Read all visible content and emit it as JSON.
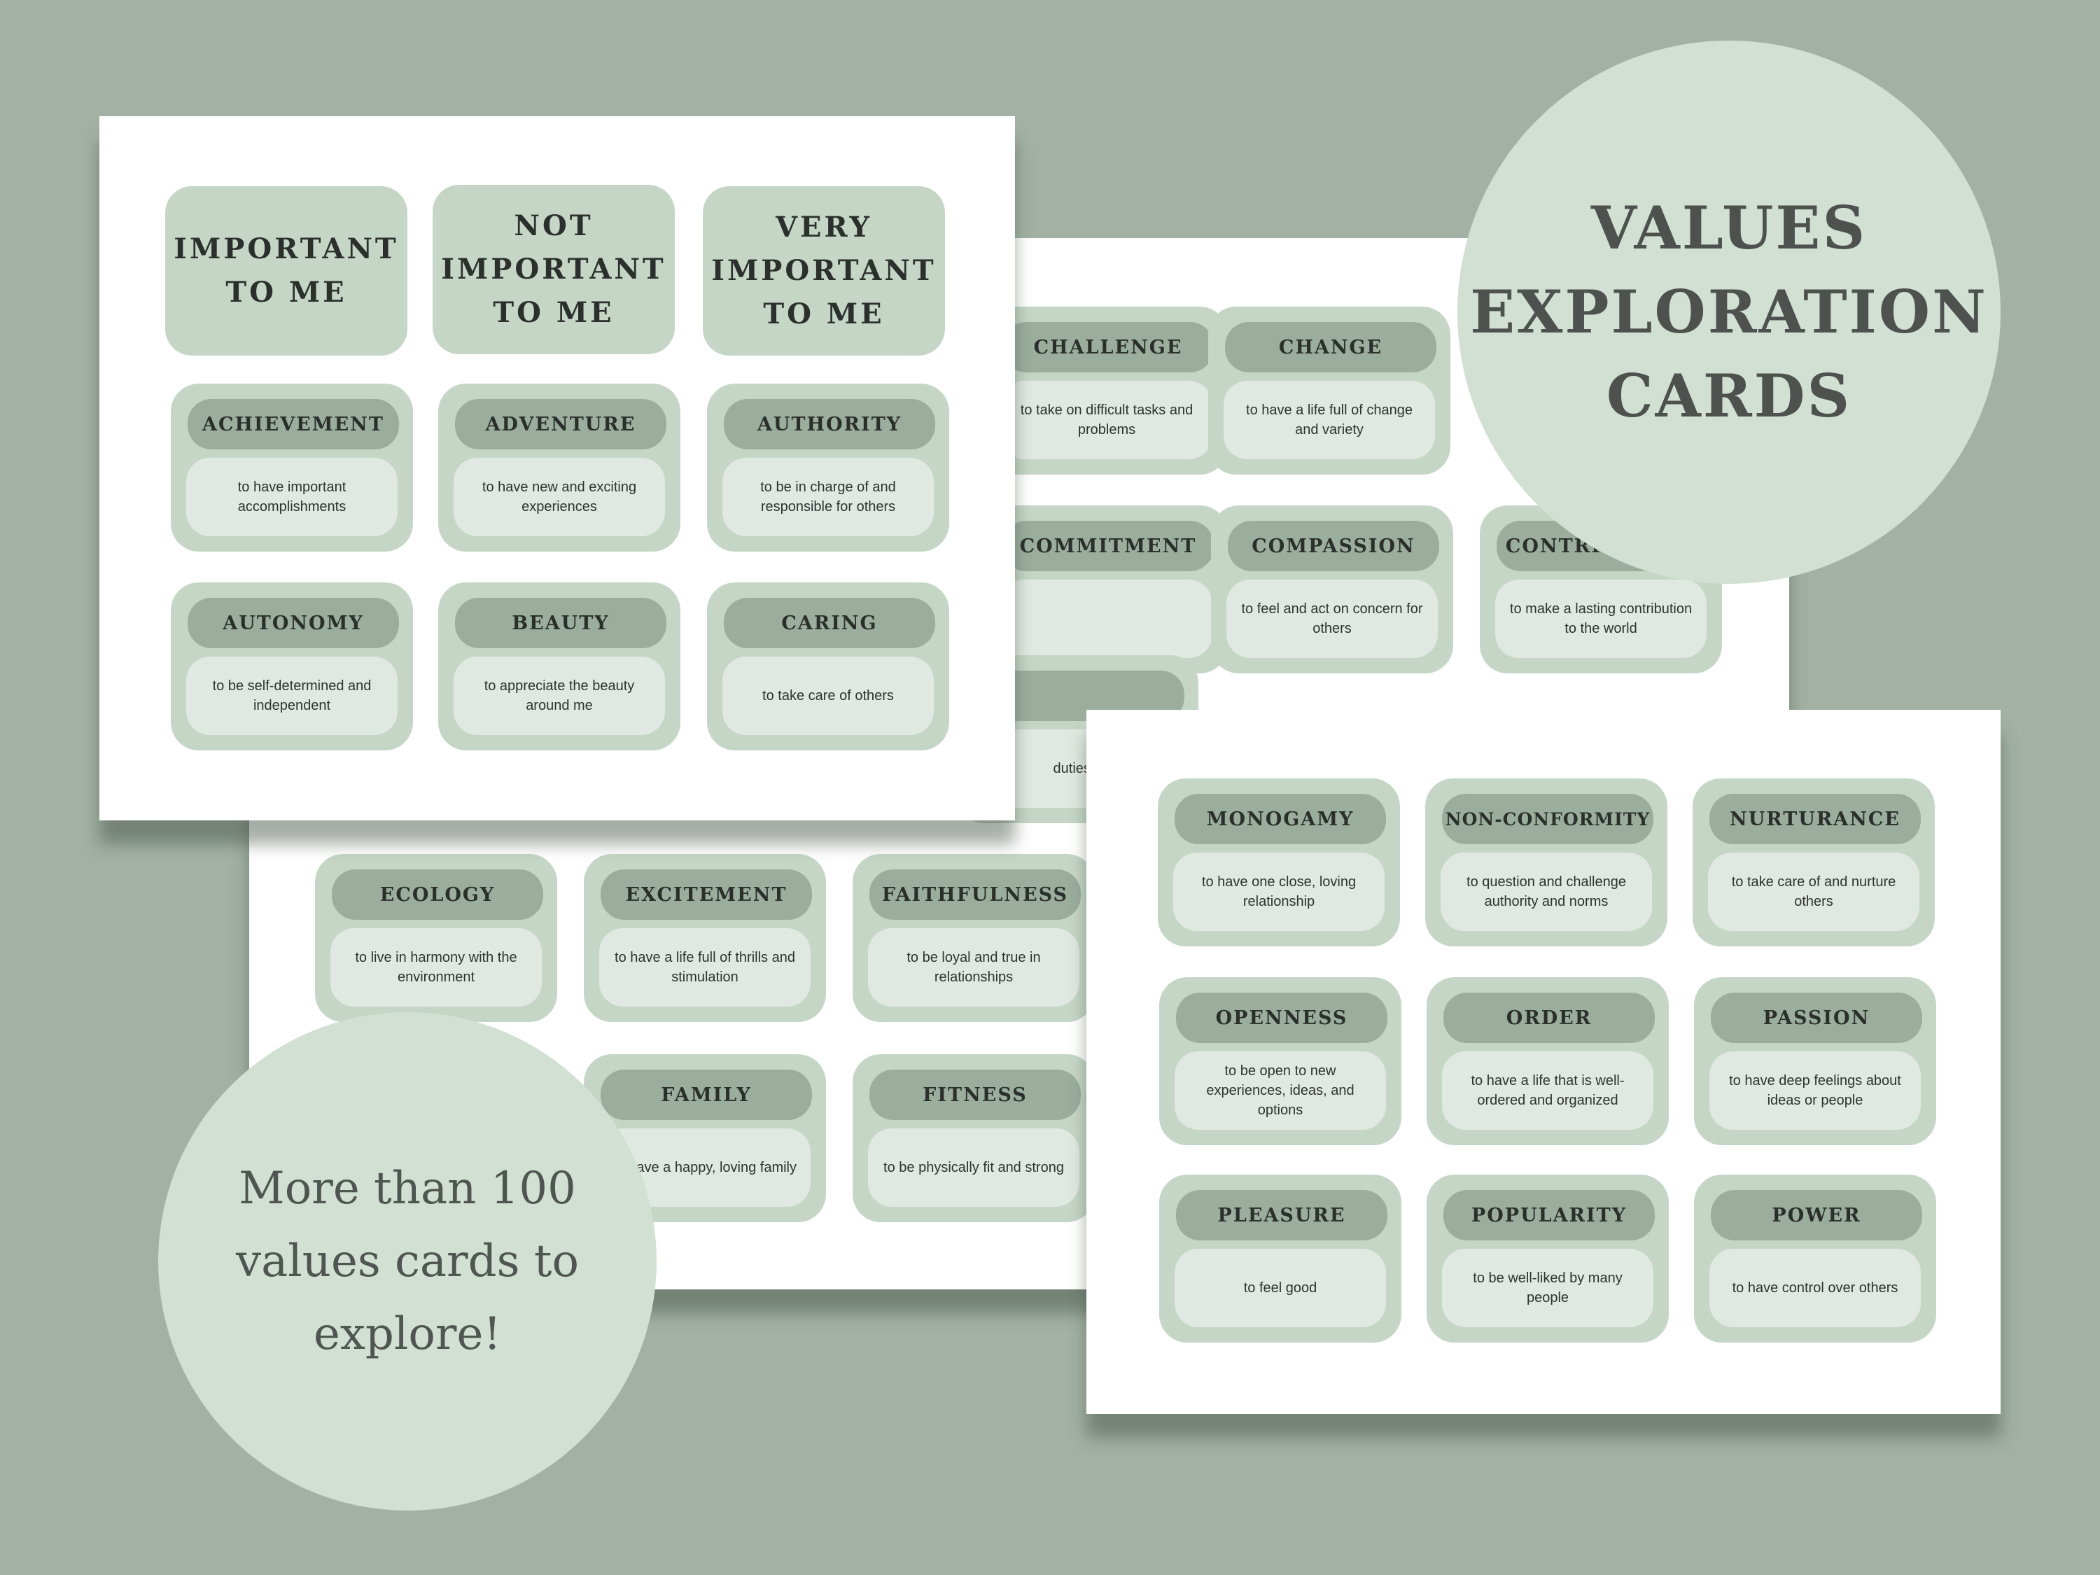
{
  "headline": {
    "title": "VALUES\nEXPLORATION\nCARDS"
  },
  "badge": {
    "text": "More than 100\nvalues cards to\nexplore!"
  },
  "sheet_middle": {
    "cards": [
      {
        "title": "CHALLENGE",
        "desc": "to take on difficult tasks and problems"
      },
      {
        "title": "CHANGE",
        "desc": "to have a life full of change and variety"
      },
      {
        "title": "COMMITMENT",
        "desc": ""
      },
      {
        "title": "COMPASSION",
        "desc": "to feel and act on concern for others"
      },
      {
        "title": "CONTRIBUTION",
        "desc": "to make a lasting contribution to the world"
      },
      {
        "title": "",
        "desc": "duties s"
      },
      {
        "title": "ECOLOGY",
        "desc": "to live in harmony with the environment"
      },
      {
        "title": "EXCITEMENT",
        "desc": "to have a life full of thrills and stimulation"
      },
      {
        "title": "FAITHFULNESS",
        "desc": "to be loyal and true in relationships"
      },
      {
        "title": "FAMILY",
        "desc": "to have a happy, loving family"
      },
      {
        "title": "FITNESS",
        "desc": "to be physically fit and strong"
      }
    ]
  },
  "sheet_front": {
    "headers": [
      "IMPORTANT\nTO ME",
      "NOT\nIMPORTANT\nTO ME",
      "VERY\nIMPORTANT\nTO ME"
    ],
    "cards": [
      {
        "title": "ACHIEVEMENT",
        "desc": "to have important accomplishments"
      },
      {
        "title": "ADVENTURE",
        "desc": "to have new and exciting experiences"
      },
      {
        "title": "AUTHORITY",
        "desc": "to be in charge of and responsible for others"
      },
      {
        "title": "AUTONOMY",
        "desc": "to be self-determined and independent"
      },
      {
        "title": "BEAUTY",
        "desc": "to appreciate the beauty around me"
      },
      {
        "title": "CARING",
        "desc": "to take care of others"
      }
    ]
  },
  "sheet_right": {
    "cards": [
      {
        "title": "MONOGAMY",
        "desc": "to have one close, loving relationship"
      },
      {
        "title": "NON-CONFORMITY",
        "desc": "to question and challenge authority and norms"
      },
      {
        "title": "NURTURANCE",
        "desc": "to take care of and nurture others"
      },
      {
        "title": "OPENNESS",
        "desc": "to be open to new experiences, ideas, and options"
      },
      {
        "title": "ORDER",
        "desc": "to have a life that is well-ordered and organized"
      },
      {
        "title": "PASSION",
        "desc": "to have deep feelings about ideas or people"
      },
      {
        "title": "PLEASURE",
        "desc": "to feel good"
      },
      {
        "title": "POPULARITY",
        "desc": "to be well-liked by many people"
      },
      {
        "title": "POWER",
        "desc": "to have control over others"
      }
    ]
  }
}
